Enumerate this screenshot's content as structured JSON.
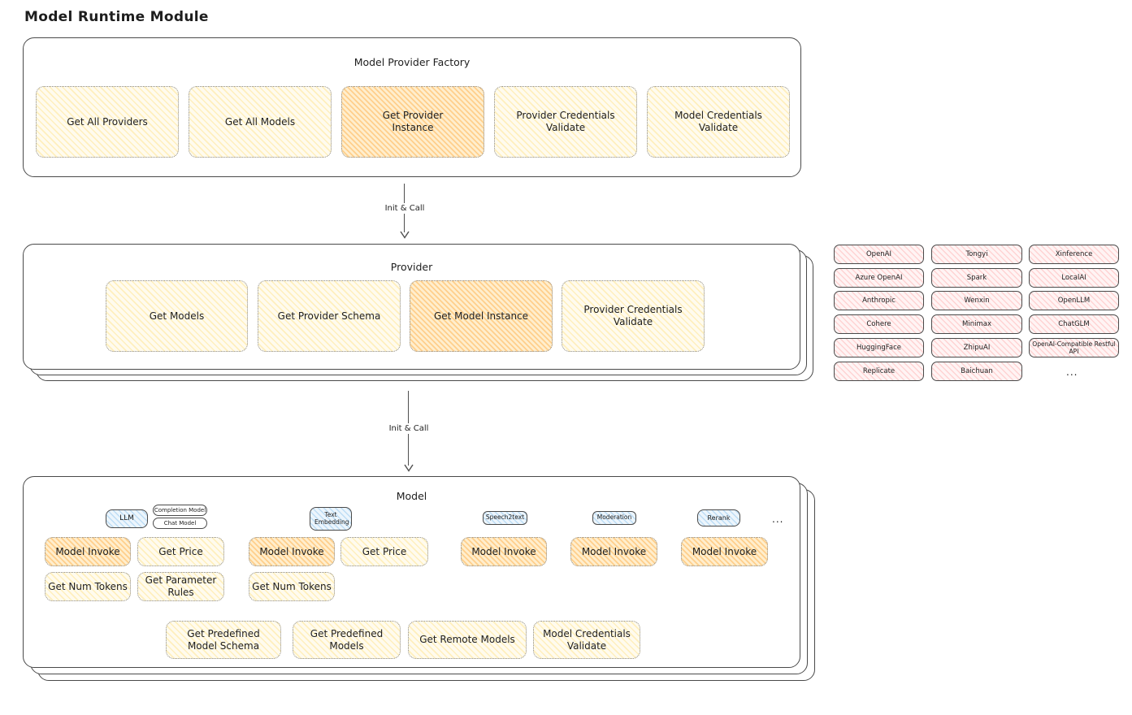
{
  "title": "Model Runtime Module",
  "colors": {
    "yellow_fill": "#fffbee",
    "yellow_hatch": "#ffda6e",
    "orange_fill": "#ffeecd",
    "orange_hatch": "#ffa532",
    "pink_fill": "#fff4f4",
    "pink_hatch": "#ff9696",
    "blue_fill": "#ecf5fc",
    "blue_hatch": "#78b9eb",
    "stroke": "#4a4a4a"
  },
  "factory": {
    "title": "Model Provider Factory",
    "items": [
      "Get All Providers",
      "Get All Models",
      "Get Provider Instance",
      "Provider Credentials Validate",
      "Model Credentials Validate"
    ]
  },
  "arrows": {
    "init_call_1": "Init & Call",
    "init_call_2": "Init & Call"
  },
  "provider": {
    "title": "Provider",
    "items": [
      "Get Models",
      "Get Provider Schema",
      "Get Model Instance",
      "Provider Credentials Validate"
    ]
  },
  "provider_list": {
    "columns": [
      [
        "OpenAI",
        "Azure OpenAI",
        "Anthropic",
        "Cohere",
        "HuggingFace",
        "Replicate"
      ],
      [
        "Tongyi",
        "Spark",
        "Wenxin",
        "Minimax",
        "ZhipuAI",
        "Baichuan"
      ],
      [
        "Xinference",
        "LocalAI",
        "OpenLLM",
        "ChatGLM",
        "OpenAI-Compatible Restful API"
      ]
    ],
    "ellipsis": "..."
  },
  "model": {
    "title": "Model",
    "tags": {
      "llm": "LLM",
      "completion_model": "Completion Model",
      "chat_model": "Chat Model",
      "text_embedding": "Text Embedding",
      "speech2text": "Speech2text",
      "moderation": "Moderation",
      "rerank": "Rerank",
      "ellipsis": "..."
    },
    "methods": {
      "model_invoke": "Model Invoke",
      "get_price": "Get Price",
      "get_num_tokens": "Get Num Tokens",
      "get_parameter_rules": "Get Parameter Rules"
    },
    "shared": [
      "Get Predefined Model Schema",
      "Get Predefined Models",
      "Get Remote Models",
      "Model Credentials Validate"
    ]
  }
}
